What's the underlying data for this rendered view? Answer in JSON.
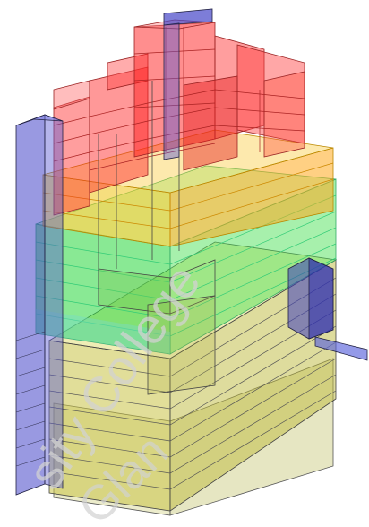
{
  "image": {
    "subject": "translucent-stacked-building-volume",
    "colors": {
      "red": "#ff3b3b",
      "orange": "#ff9a1a",
      "yellow": "#e7e23a",
      "green": "#39e048",
      "olive": "#cfcf6a",
      "pale": "#eeeecc",
      "blue": "#5a5ad0",
      "edge": "#333333"
    }
  },
  "watermark": {
    "line1": "sity College",
    "line2": "Glan"
  }
}
